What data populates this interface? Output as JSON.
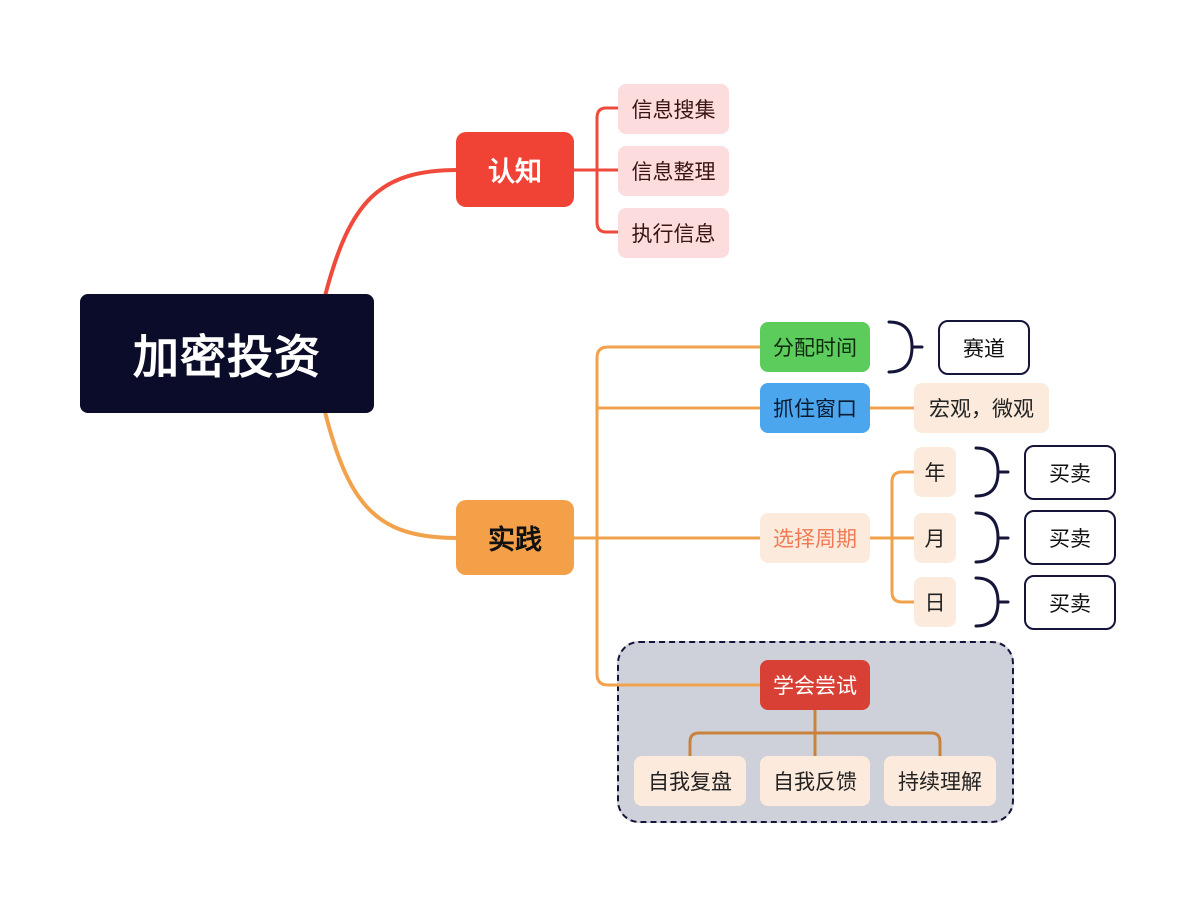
{
  "root": {
    "label": "加密投资"
  },
  "branches": {
    "cognition": {
      "label": "认知",
      "children": [
        "信息搜集",
        "信息整理",
        "执行信息"
      ]
    },
    "practice": {
      "label": "实践",
      "allocate_time": {
        "label": "分配时间",
        "note": "赛道"
      },
      "catch_window": {
        "label": "抓住窗口",
        "note": "宏观，微观"
      },
      "choose_cycle": {
        "label": "选择周期",
        "cycles": [
          {
            "label": "年",
            "action": "买卖"
          },
          {
            "label": "月",
            "action": "买卖"
          },
          {
            "label": "日",
            "action": "买卖"
          }
        ]
      },
      "learn_to_try": {
        "label": "学会尝试",
        "children": [
          "自我复盘",
          "自我反馈",
          "持续理解"
        ]
      }
    }
  },
  "colors": {
    "root_bg": "#0b0b2a",
    "cognition": "#f14236",
    "practice": "#f3a048",
    "cognition_line": "#ef4a3c",
    "practice_line": "#f2a24c",
    "green": "#5ccc5c",
    "blue": "#4ba6ee",
    "learn_red": "#d94035",
    "boundary_bg": "#cfd1da",
    "outline": "#15153a"
  }
}
